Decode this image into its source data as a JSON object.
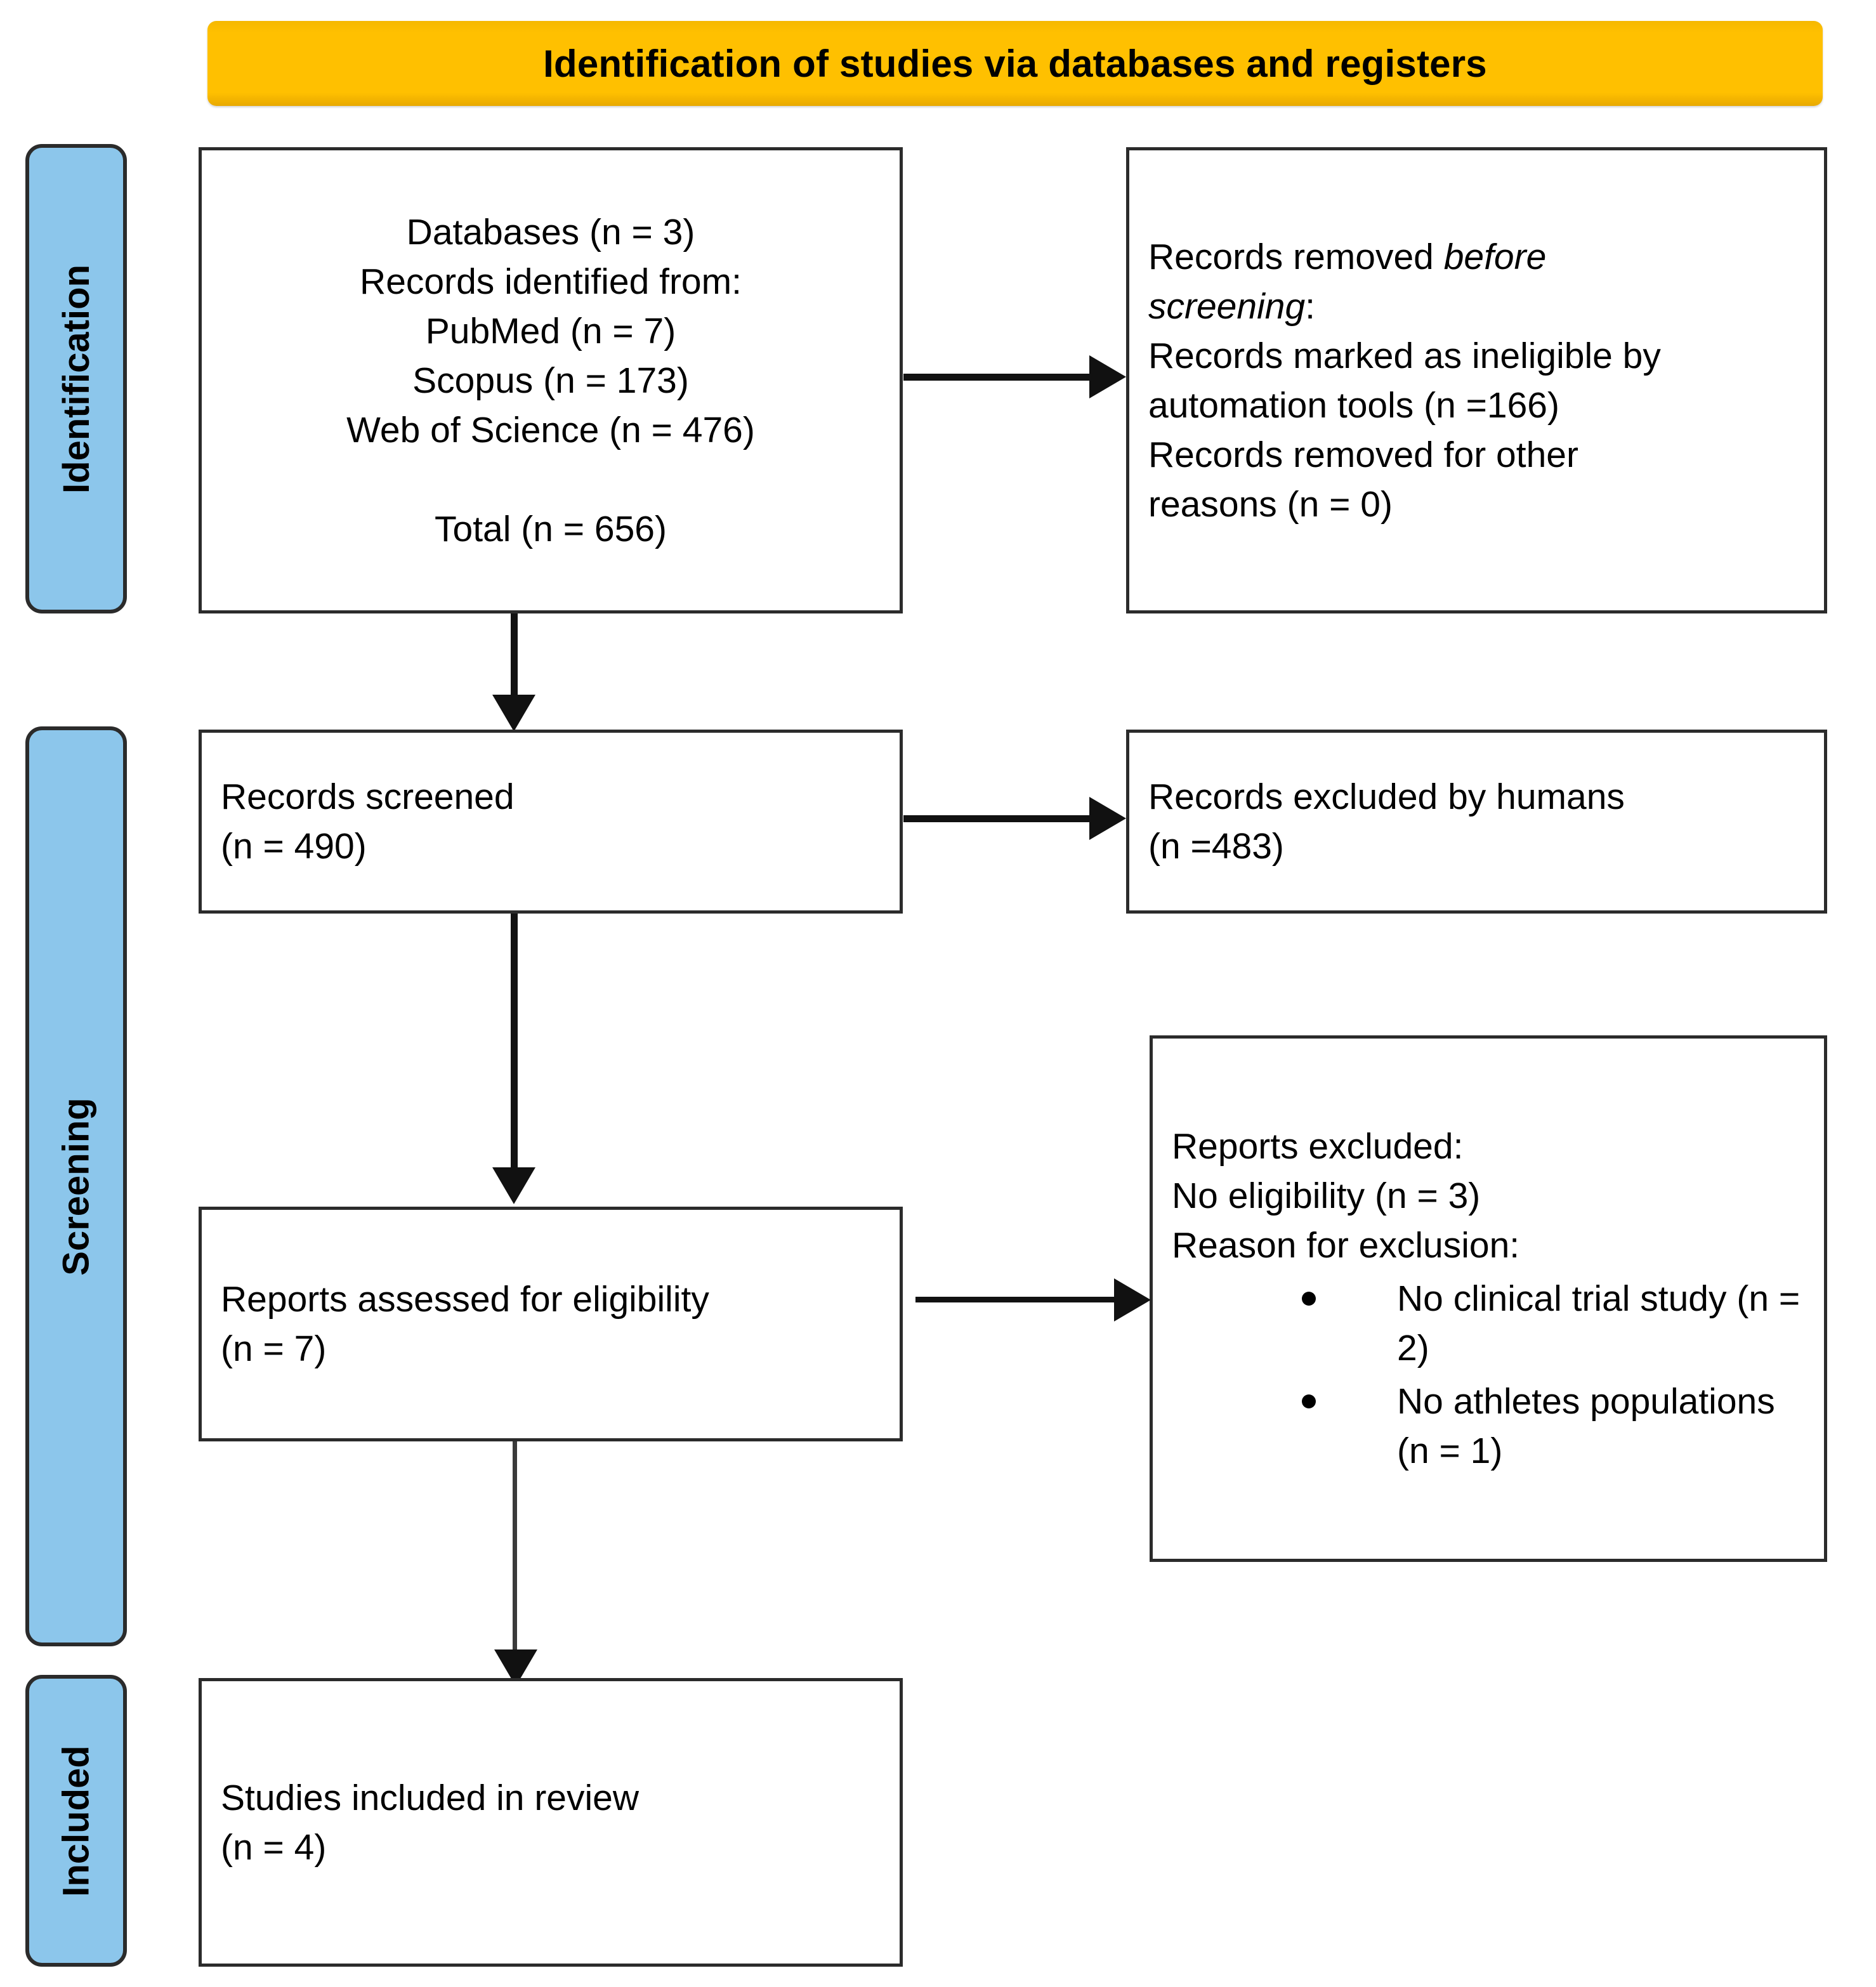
{
  "diagram": {
    "title": "Identification of studies via databases and registers",
    "stages": [
      {
        "label": "Identification"
      },
      {
        "label": "Screening"
      },
      {
        "label": "Included"
      }
    ],
    "boxes": {
      "identified": {
        "lines": [
          "Databases (n = 3)",
          "Records identified from:",
          "PubMed (n = 7)",
          "Scopus (n = 173)",
          "Web of Science (n = 476)",
          "",
          "Total (n = 656)"
        ]
      },
      "removed_before_screening": {
        "line1_prefix": "Records removed ",
        "line1_italic": "before",
        "line2_italic": "screening",
        "line2_suffix": ":",
        "line3": "Records marked as ineligible by",
        "line4": "automation tools (n =166)",
        "line5": "Records removed for other",
        "line6": "reasons (n = 0)"
      },
      "records_screened": {
        "lines": [
          "Records screened",
          "(n = 490)"
        ]
      },
      "records_excluded": {
        "lines": [
          "Records excluded by humans",
          "(n =483)"
        ]
      },
      "reports_assessed": {
        "lines": [
          "Reports assessed for eligibility",
          "(n = 7)"
        ]
      },
      "reports_excluded": {
        "lines": [
          "Reports excluded:",
          "No eligibility (n = 3)",
          "Reason for exclusion:"
        ],
        "bullets": [
          "No clinical trial study (n\n= 2)",
          "No athletes populations\n(n = 1)"
        ]
      },
      "studies_included": {
        "lines": [
          "Studies included in review",
          "(n = 4)"
        ]
      }
    },
    "colors": {
      "banner": "#FFC000",
      "stage": "#8CC6EB",
      "border": "#2B2B2B",
      "connector": "#111111"
    }
  },
  "chart_data": {
    "type": "diagram",
    "title": "Identification of studies via databases and registers",
    "nodes": [
      {
        "id": "identified",
        "stage": "Identification",
        "label": "Databases (n = 3) / Records identified from: PubMed (n = 7), Scopus (n = 173), Web of Science (n = 476), Total (n = 656)",
        "n": 656
      },
      {
        "id": "removed_before_screening",
        "stage": "Identification",
        "label": "Records removed before screening: marked ineligible by automation tools (n =166); removed for other reasons (n = 0)",
        "n": 166
      },
      {
        "id": "records_screened",
        "stage": "Screening",
        "label": "Records screened",
        "n": 490
      },
      {
        "id": "records_excluded",
        "stage": "Screening",
        "label": "Records excluded by humans",
        "n": 483
      },
      {
        "id": "reports_assessed",
        "stage": "Screening",
        "label": "Reports assessed for eligibility",
        "n": 7
      },
      {
        "id": "reports_excluded",
        "stage": "Screening",
        "label": "Reports excluded: No eligibility (n = 3); No clinical trial study (n = 2); No athletes populations (n = 1)",
        "n": 3
      },
      {
        "id": "studies_included",
        "stage": "Included",
        "label": "Studies included in review",
        "n": 4
      }
    ],
    "edges": [
      {
        "from": "identified",
        "to": "removed_before_screening",
        "direction": "right"
      },
      {
        "from": "identified",
        "to": "records_screened",
        "direction": "down"
      },
      {
        "from": "records_screened",
        "to": "records_excluded",
        "direction": "right"
      },
      {
        "from": "records_screened",
        "to": "reports_assessed",
        "direction": "down"
      },
      {
        "from": "reports_assessed",
        "to": "reports_excluded",
        "direction": "right"
      },
      {
        "from": "reports_assessed",
        "to": "studies_included",
        "direction": "down"
      }
    ]
  }
}
